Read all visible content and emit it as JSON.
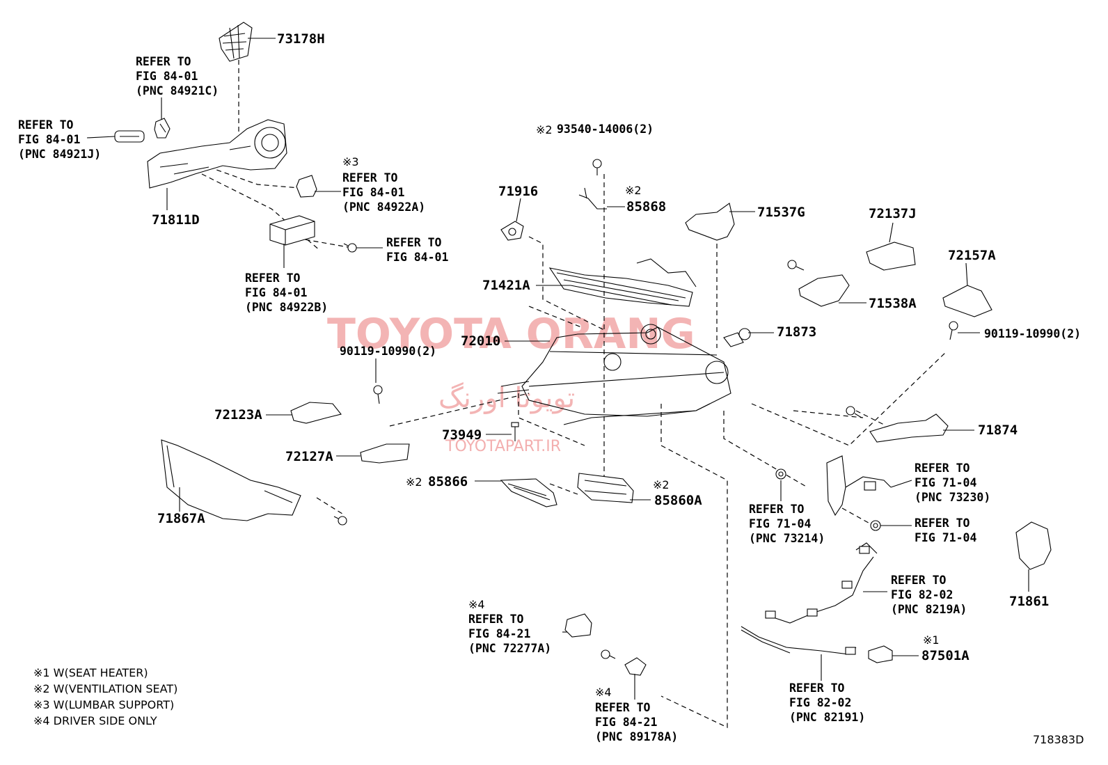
{
  "callouts": {
    "p73178H": "73178H",
    "p71811D": "71811D",
    "p71916": "71916",
    "p85868": "85868",
    "p85868_mark": "※2",
    "p93540": "93540-14006(2)",
    "p93540_mark": "※2",
    "p71537G": "71537G",
    "p72137J": "72137J",
    "p72157A": "72157A",
    "p71421A": "71421A",
    "p71538A": "71538A",
    "p72010": "72010",
    "p71873": "71873",
    "p90119_right": "90119-10990(2)",
    "p90119_left": "90119-10990(2)",
    "p72123A": "72123A",
    "p72127A": "72127A",
    "p73949": "73949",
    "p85866": "85866",
    "p85866_mark": "※2",
    "p85860A": "85860A",
    "p85860A_mark": "※2",
    "p71867A": "71867A",
    "p71874": "71874",
    "p71861": "71861",
    "p87501A": "87501A",
    "p87501A_mark": "※1"
  },
  "refers": {
    "r84921C": [
      "REFER TO",
      "FIG 84-01",
      "(PNC 84921C)"
    ],
    "r84921J": [
      "REFER TO",
      "FIG 84-01",
      "(PNC 84921J)"
    ],
    "r84922A_mark": "※3",
    "r84922A": [
      "REFER TO",
      "FIG 84-01",
      "(PNC 84922A)"
    ],
    "r8401_bolt": [
      "REFER TO",
      "FIG 84-01"
    ],
    "r84922B": [
      "REFER TO",
      "FIG 84-01",
      "(PNC 84922B)"
    ],
    "r73230": [
      "REFER TO",
      "FIG 71-04",
      "(PNC 73230)"
    ],
    "r73214": [
      "REFER TO",
      "FIG 71-04",
      "(PNC 73214)"
    ],
    "r7104_nut": [
      "REFER TO",
      "FIG 71-04"
    ],
    "r8219A": [
      "REFER TO",
      "FIG 82-02",
      "(PNC 8219A)"
    ],
    "r72277A_mark": "※4",
    "r72277A": [
      "REFER TO",
      "FIG 84-21",
      "(PNC 72277A)"
    ],
    "r89178A_mark": "※4",
    "r89178A": [
      "REFER TO",
      "FIG 84-21",
      "(PNC 89178A)"
    ],
    "r82191": [
      "REFER TO",
      "FIG 82-02",
      "(PNC 82191)"
    ]
  },
  "legend": [
    "※1  W(SEAT  HEATER)",
    "※2  W(VENTILATION  SEAT)",
    "※3  W(LUMBAR  SUPPORT)",
    "※4  DRIVER  SIDE  ONLY"
  ],
  "diagram_id": "718383D",
  "watermark": {
    "main": "TOYOTA ORANG",
    "persian": "تویوتا اورنگ",
    "url": "TOYOTAPART.IR",
    "color": "#f2a7a7"
  }
}
